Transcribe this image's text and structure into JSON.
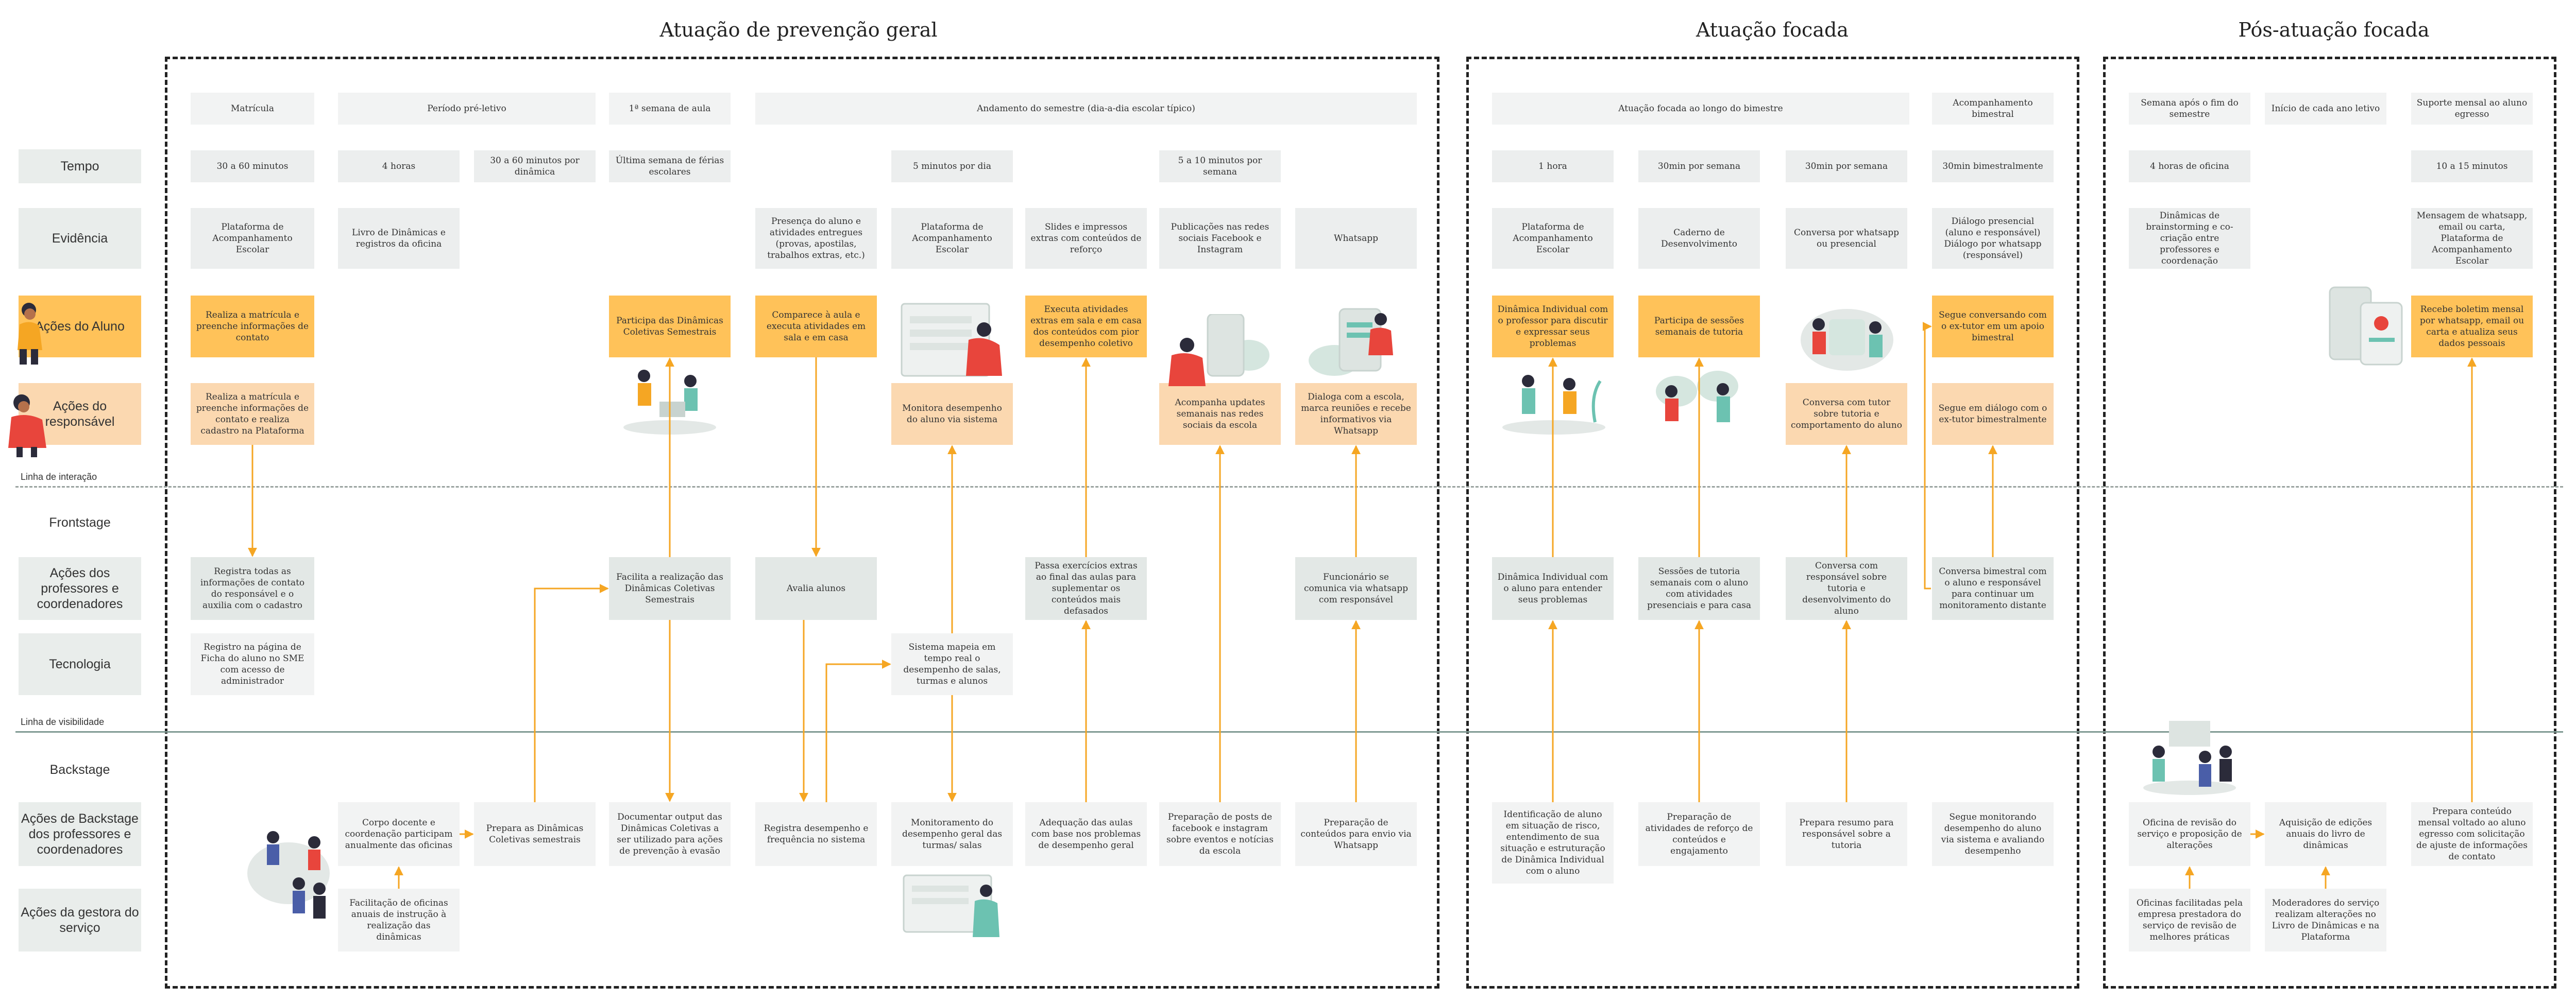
{
  "sections": {
    "prevencao": "Atuação de prevenção geral",
    "focada": "Atuação focada",
    "pos": "Pós-atuação focada"
  },
  "rows": {
    "tempo": "Tempo",
    "evidencia": "Evidência",
    "acoes_aluno": "Ações do Aluno",
    "acoes_responsavel": "Ações do responsável",
    "frontstage": "Frontstage",
    "acoes_professores": "Ações dos professores e coordenadores",
    "tecnologia": "Tecnologia",
    "backstage": "Backstage",
    "acoes_backstage": "Ações de Backstage dos professores e coordenadores",
    "acoes_gestora": "Ações da gestora do serviço"
  },
  "lines": {
    "interacao": "Linha de interação",
    "visibilidade": "Linha de visibilidade"
  },
  "colors": {
    "orange": "#ffc259",
    "peach": "#fbd8b0",
    "grey": "#eceeee",
    "teal": "#e3e8e6",
    "arrow": "#f5a623",
    "visibility_line": "#7f9a93"
  },
  "phases": {
    "matricula": "Matrícula",
    "pre_letivo": "Período pré-letivo",
    "semana1": "1ª semana de aula",
    "andamento": "Andamento do semestre (dia-a-dia escolar típico)",
    "focada_bimestre": "Atuação focada ao longo do bimestre",
    "acomp_bimestral": "Acompanhamento bimestral",
    "semana_apos": "Semana após o fim do semestre",
    "inicio_ano": "Início de cada ano letivo",
    "suporte_mensal": "Suporte mensal ao aluno egresso"
  },
  "tempo": {
    "t1": "30 a 60 minutos",
    "t2": "4 horas",
    "t3": "30 a 60 minutos por dinâmica",
    "t4": "Última semana de férias escolares",
    "t5": "5 minutos por dia",
    "t6": "5 a 10 minutos por semana",
    "t7": "1 hora",
    "t8": "30min por semana",
    "t9": "30min por semana",
    "t10": "30min bimestralmente",
    "t11": "4 horas de oficina",
    "t12": "10 a 15 minutos"
  },
  "evidencia": {
    "e1": "Plataforma de Acompanhamento Escolar",
    "e2": "Livro de Dinâmicas e registros da oficina",
    "e3": "Presença do aluno e atividades entregues (provas, apostilas, trabalhos extras, etc.)",
    "e4": "Plataforma de Acompanhamento Escolar",
    "e5": "Slides e impressos extras com conteúdos de reforço",
    "e6": "Publicações nas redes sociais Facebook e Instagram",
    "e7": "Whatsapp",
    "e8": "Plataforma de Acompanhamento Escolar",
    "e9": "Caderno de Desenvolvimento",
    "e10": "Conversa por whatsapp ou presencial",
    "e11": "Diálogo presencial (aluno e responsável) Diálogo por whatsapp (responsável)",
    "e12": "Dinâmicas de brainstorming e co-criação entre professores e coordenação",
    "e13": "Mensagem de whatsapp, email ou carta, Plataforma de Acompanhamento Escolar"
  },
  "aluno": {
    "a1": "Realiza a matrícula e preenche informações de contato",
    "a2": "Participa das Dinâmicas Coletivas Semestrais",
    "a3": "Comparece à aula e executa atividades em sala e em casa",
    "a4": "Executa atividades extras em sala e em casa dos conteúdos com pior desempenho coletivo",
    "a5": "Dinâmica Individual com o professor para discutir e expressar seus problemas",
    "a6": "Participa de sessões semanais de tutoria",
    "a7": "Segue conversando com o ex-tutor em um apoio bimestral",
    "a8": "Recebe boletim mensal por whatsapp, email ou carta e atualiza seus dados pessoais"
  },
  "responsavel": {
    "r1": "Realiza a matrícula e preenche informações de contato e realiza cadastro na Plataforma",
    "r2": "Monitora desempenho do aluno via sistema",
    "r3": "Acompanha updates semanais nas redes sociais da escola",
    "r4": "Dialoga com a escola, marca reuniões e recebe informativos via Whatsapp",
    "r5": "Conversa com tutor sobre tutoria e comportamento do aluno",
    "r6": "Segue em diálogo com o ex-tutor bimestralmente"
  },
  "professores": {
    "p1": "Registra todas as informações de contato do responsável e o auxilia com o cadastro",
    "p2": "Facilita a realização das Dinâmicas Coletivas Semestrais",
    "p3": "Avalia alunos",
    "p4": "Passa exercícios extras ao final das aulas para suplementar os conteúdos mais defasados",
    "p5": "Funcionário se comunica via whatsapp com responsável",
    "p6": "Dinâmica Individual com o aluno para entender seus problemas",
    "p7": "Sessões de tutoria semanais com o aluno com atividades presenciais e para casa",
    "p8": "Conversa com responsável sobre tutoria e desenvolvimento do aluno",
    "p9": "Conversa bimestral com o aluno e responsável para continuar um monitoramento distante"
  },
  "tecnologia": {
    "tc1": "Registro na página de Ficha do aluno no SME com acesso de administrador",
    "tc2": "Sistema mapeia em tempo real o desempenho de salas, turmas e alunos"
  },
  "backstage": {
    "b1": "Corpo docente e coordenação participam anualmente das oficinas",
    "b2": "Prepara as Dinâmicas Coletivas semestrais",
    "b3": "Documentar output das Dinâmicas Coletivas a ser utilizado para ações de prevenção à evasão",
    "b4": "Registra desempenho e frequência no sistema",
    "b5": "Monitoramento do desempenho geral das turmas/ salas",
    "b6": "Adequação das aulas com base nos problemas de desempenho geral",
    "b7": "Preparação de posts de facebook e instagram sobre eventos e notícias da escola",
    "b8": "Preparação de conteúdos para envio via Whatsapp",
    "b9": "Identificação de aluno em situação de risco, entendimento de sua situação e estruturação de Dinâmica Individual com o aluno",
    "b10": "Preparação de atividades de reforço de conteúdos e engajamento",
    "b11": "Prepara resumo para responsável sobre a tutoria",
    "b12": "Segue monitorando desempenho do aluno via sistema e avaliando desempenho",
    "b13": "Oficina de revisão do serviço e proposição de alterações",
    "b14": "Aquisição de edições anuais do livro de dinâmicas",
    "b15": "Prepara conteúdo mensal voltado ao aluno egresso com solicitação de ajuste de informações de contato"
  },
  "gestora": {
    "g1": "Facilitação de oficinas anuais de instrução à realização das dinâmicas",
    "g2": "Oficinas facilitadas pela empresa prestadora do serviço de revisão de melhores práticas",
    "g3": "Moderadores do serviço realizam alterações no Livro de Dinâmicas e na Plataforma"
  }
}
